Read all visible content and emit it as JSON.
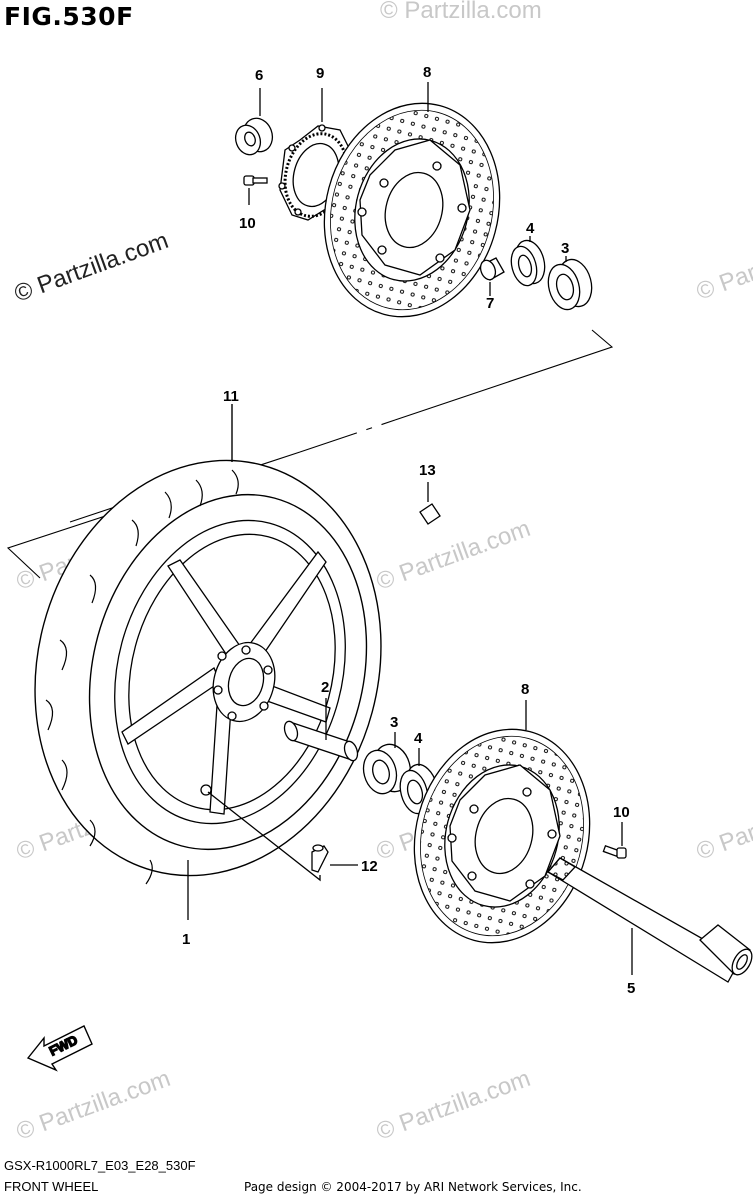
{
  "figure": {
    "title": "FIG.530F",
    "model_code": "GSX-R1000RL7_E03_E28_530F",
    "section_name": "FRONT WHEEL"
  },
  "footer": {
    "copyright": "Page design © 2004-2017 by ARI Network Services, Inc."
  },
  "watermark": {
    "text": "© Partzilla.com"
  },
  "direction_marker": {
    "label": "FWD"
  },
  "callouts": [
    {
      "id": "c6",
      "label": "6"
    },
    {
      "id": "c9",
      "label": "9"
    },
    {
      "id": "c8a",
      "label": "8"
    },
    {
      "id": "c10a",
      "label": "10"
    },
    {
      "id": "c4a",
      "label": "4"
    },
    {
      "id": "c3a",
      "label": "3"
    },
    {
      "id": "c7",
      "label": "7"
    },
    {
      "id": "c11",
      "label": "11"
    },
    {
      "id": "c13",
      "label": "13"
    },
    {
      "id": "c2",
      "label": "2"
    },
    {
      "id": "c8b",
      "label": "8"
    },
    {
      "id": "c3b",
      "label": "3"
    },
    {
      "id": "c4b",
      "label": "4"
    },
    {
      "id": "c10b",
      "label": "10"
    },
    {
      "id": "c12",
      "label": "12"
    },
    {
      "id": "c1",
      "label": "1"
    },
    {
      "id": "c5",
      "label": "5"
    }
  ]
}
